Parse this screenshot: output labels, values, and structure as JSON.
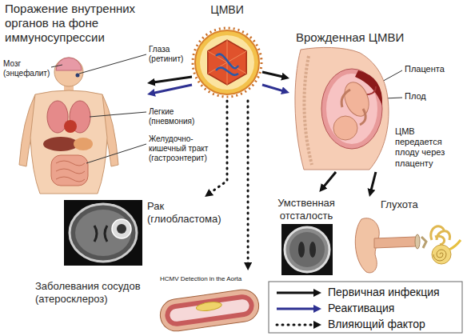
{
  "diagram": {
    "nodes": [
      {
        "text": [
          "Поражение внутренних органов на фоне иммуносупрессии"
        ]
      },
      {
        "text": [
          "ЦМВИ"
        ]
      },
      {
        "text": [
          "Врожденная ЦМВИ"
        ]
      },
      {
        "text": [
          "Рак (глиобластома)"
        ]
      },
      {
        "text": [
          "Умственная отсталость"
        ]
      },
      {
        "text": [
          "Глухота"
        ]
      },
      {
        "text": [
          "Заболевания сосудов (атеросклероз)"
        ]
      }
    ],
    "edges": [
      {
        "from": 1,
        "to": 0,
        "arrow": "to"
      },
      {
        "from": 1,
        "to": 0,
        "arrow": "to"
      },
      {
        "from": 1,
        "to": 2,
        "arrow": "to"
      },
      {
        "from": 1,
        "to": 2,
        "arrow": "to"
      },
      {
        "from": 1,
        "to": 3,
        "arrow": "to"
      },
      {
        "from": 1,
        "to": 6,
        "arrow": "to"
      },
      {
        "from": 2,
        "to": 4,
        "arrow": "to"
      },
      {
        "from": 2,
        "to": 5,
        "arrow": "to"
      }
    ],
    "labels": [
      "Мозг (энцефалит)",
      "Глаза (ретинит)",
      "Легкие (пневмония)",
      "Желудочно-кишечный тракт (гастроэнтерит)",
      "Плацента",
      "Плод",
      "ЦМВ передается плоду через плаценту",
      "HCMV Detection in the Aorta"
    ],
    "legend": [
      {
        "text": "Первичная инфекция"
      },
      {
        "text": "Реактивация"
      },
      {
        "text": "Влияющий фактор"
      }
    ]
  }
}
